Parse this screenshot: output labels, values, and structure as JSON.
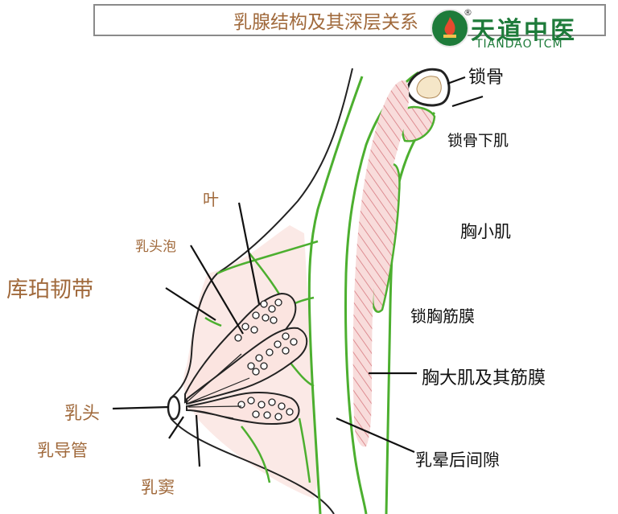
{
  "title": "乳腺结构及其深层关系",
  "logo": {
    "name_cn": "天道中医",
    "name_en": "TIANDAO TCM",
    "registered_mark": "®"
  },
  "labels": {
    "clavicle": "锁骨",
    "subclavius": "锁骨下肌",
    "pectoralis_minor": "胸小肌",
    "clavipectoral_fascia": "锁胸筋膜",
    "pectoralis_major": "胸大肌及其筋膜",
    "retromammary_space": "乳晕后间隙",
    "lobe": "叶",
    "acinus": "乳头泡",
    "cooper_ligament": "库珀韧带",
    "nipple": "乳头",
    "lactiferous_duct": "乳导管",
    "lactiferous_sinus": "乳窦"
  },
  "colors": {
    "muscle_line": "#4caf2f",
    "muscle_fill": "#f6d6d4",
    "hatch": "#d77a80",
    "tissue_fill": "#fbe9e6",
    "label_brown": "#a0693b",
    "label_dark": "#111111",
    "logo_green": "#1e7b3a"
  }
}
